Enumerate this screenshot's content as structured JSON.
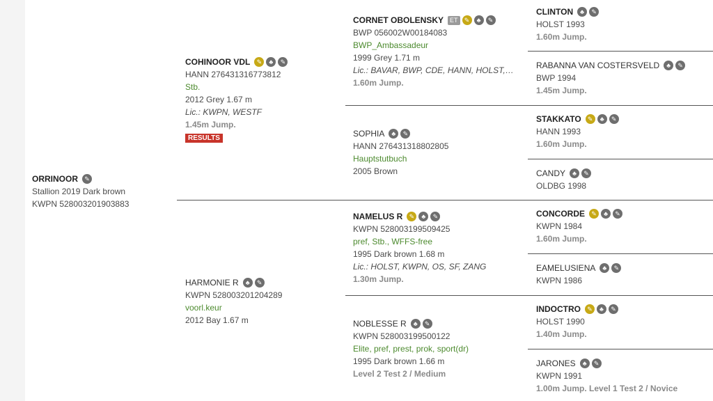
{
  "subject": {
    "name": "ORRINOOR",
    "line1": "Stallion 2019 Dark brown",
    "line2": "KWPN 528003201903883"
  },
  "sire": {
    "name": "COHINOOR VDL",
    "reg": "HANN 276431316773812",
    "book": "Stb.",
    "info": "2012 Grey 1.67 m",
    "lic": "Lic.: KWPN, WESTF",
    "perf": "1.45m Jump.",
    "results_label": "RESULTS"
  },
  "dam": {
    "name": "HARMONIE R",
    "reg": "KWPN 528003201204289",
    "book": "voorl.keur",
    "info": "2012 Bay 1.67 m"
  },
  "ss": {
    "name": "CORNET OBOLENSKY",
    "badge": "ET",
    "reg": "BWP 056002W00184083",
    "book": "BWP_Ambassadeur",
    "info": "1999 Grey 1.71 m",
    "lic": "Lic.: BAVAR, BWP, CDE, HANN, HOLST, KWP...",
    "perf": "1.60m Jump."
  },
  "sd": {
    "name": "SOPHIA",
    "reg": "HANN 276431318802805",
    "book": "Hauptstutbuch",
    "info": "2005 Brown"
  },
  "ds": {
    "name": "NAMELUS R",
    "reg": "KWPN 528003199509425",
    "book": "pref, Stb., WFFS-free",
    "info": "1995 Dark brown 1.68 m",
    "lic": "Lic.: HOLST, KWPN, OS, SF, ZANG",
    "perf": "1.30m Jump."
  },
  "dd": {
    "name": "NOBLESSE R",
    "reg": "KWPN 528003199500122",
    "book": "Elite, pref, prest, prok, sport(dr)",
    "info": "1995 Dark brown 1.66 m",
    "perf": "Level 2 Test 2 / Medium"
  },
  "g1": {
    "name": "CLINTON",
    "reg": "HOLST 1993",
    "perf": "1.60m Jump."
  },
  "g2": {
    "name": "RABANNA VAN COSTERSVELD",
    "reg": "BWP 1994",
    "perf": "1.45m Jump."
  },
  "g3": {
    "name": "STAKKATO",
    "reg": "HANN 1993",
    "perf": "1.60m Jump."
  },
  "g4": {
    "name": "CANDY",
    "reg": "OLDBG 1998"
  },
  "g5": {
    "name": "CONCORDE",
    "reg": "KWPN 1984",
    "perf": "1.60m Jump."
  },
  "g6": {
    "name": "EAMELUSIENA",
    "reg": "KWPN 1986"
  },
  "g7": {
    "name": "INDOCTRO",
    "reg": "HOLST 1990",
    "perf": "1.40m Jump."
  },
  "g8": {
    "name": "JARONES",
    "reg": "KWPN 1991",
    "perf": "1.00m Jump. Level 1 Test 2 / Novice"
  },
  "icons": {
    "edit": "pencil-icon",
    "family": "family-icon",
    "star": "gold-rating-icon"
  },
  "colors": {
    "green_text": "#4c8a2e",
    "results_red": "#c8342a",
    "gold_icon": "#c7a916",
    "gray_icon": "#6e6e6e"
  }
}
